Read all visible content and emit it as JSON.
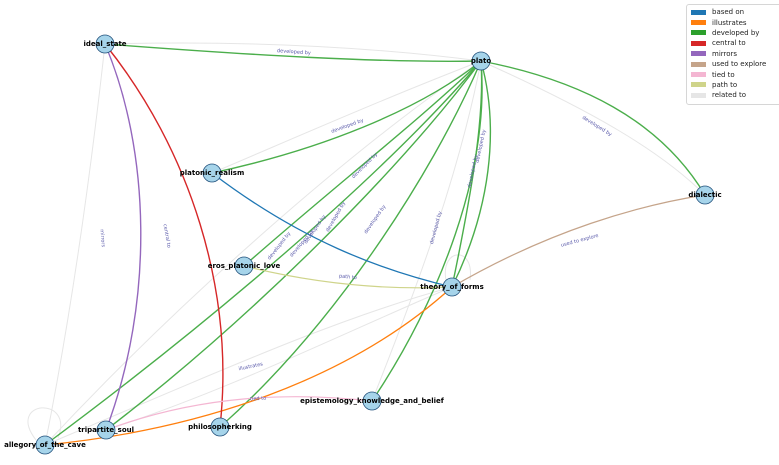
{
  "legend": [
    {
      "label": "based on",
      "color": "#1f77b4"
    },
    {
      "label": "illustrates",
      "color": "#ff7f0e"
    },
    {
      "label": "developed by",
      "color": "#2ca02c"
    },
    {
      "label": "central to",
      "color": "#d62728"
    },
    {
      "label": "mirrors",
      "color": "#9467bd"
    },
    {
      "label": "used to explore",
      "color": "#c5a48a"
    },
    {
      "label": "tied to",
      "color": "#f4b6d2"
    },
    {
      "label": "path to",
      "color": "#cfd48a"
    },
    {
      "label": "related to",
      "color": "#e6e6e6"
    }
  ],
  "nodes": [
    {
      "id": "ideal_state",
      "label": "ideal_state"
    },
    {
      "id": "plato",
      "label": "plato"
    },
    {
      "id": "platonic_realism",
      "label": "platonic_realism"
    },
    {
      "id": "dialectic",
      "label": "dialectic"
    },
    {
      "id": "eros_platonic_love",
      "label": "eros_platonic_love"
    },
    {
      "id": "theory_of_forms",
      "label": "theory_of_forms"
    },
    {
      "id": "epistemology_knowledge_and_belief",
      "label": "epistemology_knowledge_and_belief"
    },
    {
      "id": "allegory_of_the_cave",
      "label": "allegory_of_the_cave"
    },
    {
      "id": "tripartite_soul",
      "label": "tripartite_soul"
    },
    {
      "id": "philosopherking",
      "label": "philosopherking"
    }
  ],
  "edge_labels": {
    "developed_by": "developed by",
    "used_to_explore": "used to explore",
    "path_to": "path to",
    "illustrates": "illustrates",
    "tied_to": "tied to",
    "mirrors": "mirrors",
    "central_to": "central to"
  }
}
